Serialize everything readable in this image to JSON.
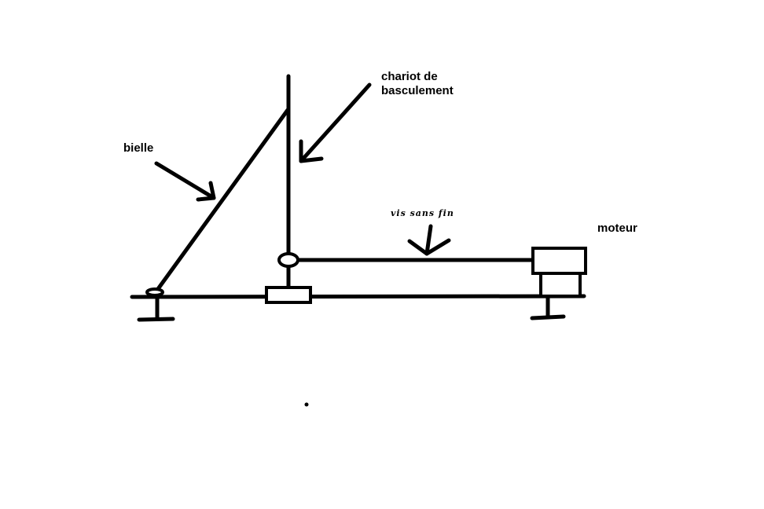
{
  "labels": {
    "chariot_line1": "chariot de",
    "chariot_line2": "basculement",
    "bielle": "bielle",
    "vis": "vis sans fin",
    "moteur": "moteur"
  },
  "colors": {
    "stroke": "#000000",
    "background": "#ffffff"
  }
}
